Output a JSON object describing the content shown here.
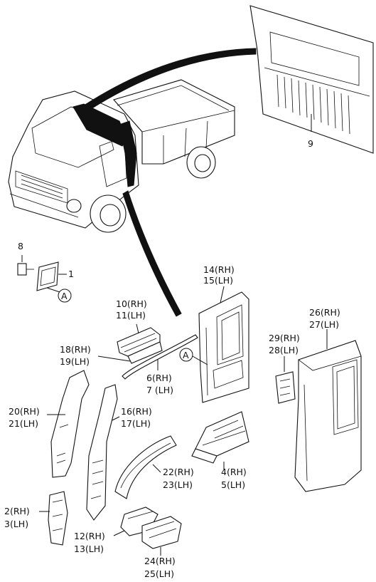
{
  "diagram": {
    "callouts": [
      {
        "id": "c9",
        "text": "9"
      },
      {
        "id": "c8",
        "text": "8"
      },
      {
        "id": "c1",
        "text": "1"
      },
      {
        "id": "cA1",
        "text": "A"
      },
      {
        "id": "c14",
        "text": "14(RH)"
      },
      {
        "id": "c15",
        "text": "15(LH)"
      },
      {
        "id": "c10",
        "text": "10(RH)"
      },
      {
        "id": "c11",
        "text": "11(LH)"
      },
      {
        "id": "c18",
        "text": "18(RH)"
      },
      {
        "id": "c19",
        "text": "19(LH)"
      },
      {
        "id": "c6",
        "text": "6(RH)"
      },
      {
        "id": "c7",
        "text": "7 (LH)"
      },
      {
        "id": "cA2",
        "text": "A"
      },
      {
        "id": "c26",
        "text": "26(RH)"
      },
      {
        "id": "c27",
        "text": "27(LH)"
      },
      {
        "id": "c29",
        "text": "29(RH)"
      },
      {
        "id": "c28",
        "text": "28(LH)"
      },
      {
        "id": "c20",
        "text": "20(RH)"
      },
      {
        "id": "c21",
        "text": "21(LH)"
      },
      {
        "id": "c16",
        "text": "16(RH)"
      },
      {
        "id": "c17",
        "text": "17(LH)"
      },
      {
        "id": "c22",
        "text": "22(RH)"
      },
      {
        "id": "c23",
        "text": "23(LH)"
      },
      {
        "id": "c4",
        "text": "4(RH)"
      },
      {
        "id": "c5",
        "text": "5(LH)"
      },
      {
        "id": "c2",
        "text": "2(RH)"
      },
      {
        "id": "c3",
        "text": "3(LH)"
      },
      {
        "id": "c12",
        "text": "12(RH)"
      },
      {
        "id": "c13",
        "text": "13(LH)"
      },
      {
        "id": "c24",
        "text": "24(RH)"
      },
      {
        "id": "c25",
        "text": "25(LH)"
      }
    ]
  }
}
